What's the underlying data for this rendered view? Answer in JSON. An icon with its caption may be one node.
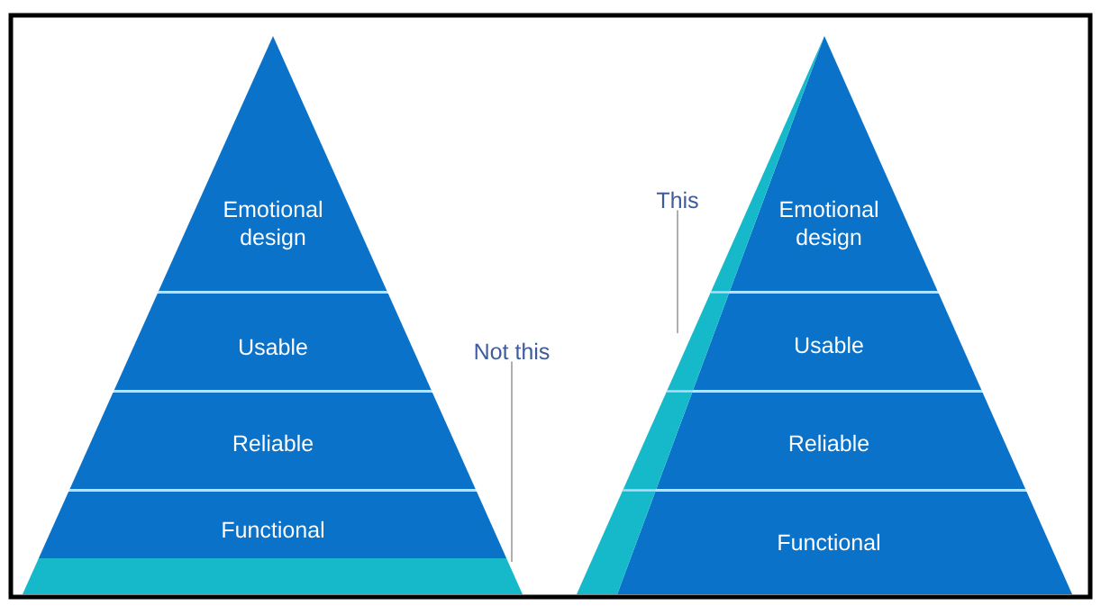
{
  "diagram": {
    "nodes": [
      {
        "text": [
          "Emotional design"
        ]
      },
      {
        "text": [
          "Usable"
        ]
      },
      {
        "text": [
          "Reliable"
        ]
      },
      {
        "text": [
          "Functional"
        ]
      },
      {
        "text": [],
        "shape": "bar"
      },
      {
        "text": [
          "Not this"
        ]
      },
      {
        "text": [
          "Emotional design"
        ]
      },
      {
        "text": [
          "Usable"
        ]
      },
      {
        "text": [
          "Reliable"
        ]
      },
      {
        "text": [
          "Functional"
        ]
      },
      {
        "text": [],
        "shape": "triangle"
      },
      {
        "text": [
          "This"
        ]
      }
    ],
    "edges": [
      {
        "from": 5,
        "to": 4,
        "arrow": "none"
      },
      {
        "from": 11,
        "to": 10,
        "arrow": "none"
      }
    ]
  }
}
